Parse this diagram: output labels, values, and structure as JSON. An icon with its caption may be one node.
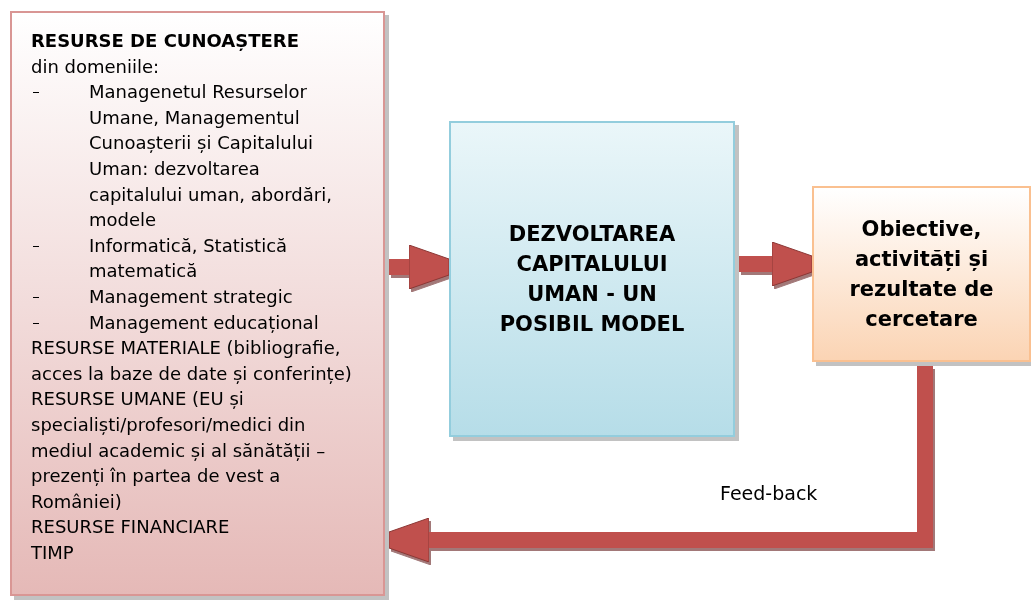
{
  "diagram": {
    "nodes": [
      {
        "text": [
          "RESURSE DE CUNOAȘTERE",
          "din domeniile:",
          "Managenetul Resurselor Umane, Managementul Cunoașterii și Capitalului Uman: dezvoltarea capitalului uman, abordări, modele",
          "Informatică, Statistică matematică",
          "Management strategic",
          "Management educațional",
          "RESURSE MATERIALE (bibliografie, acces la baze de date și conferințe)",
          "RESURSE UMANE (EU și specialiști/profesori/medici din mediul academic și al sănătății – prezenți în partea de vest a României)",
          "RESURSE FINANCIARE",
          "TIMP"
        ]
      },
      {
        "text": [
          "DEZVOLTAREA CAPITALULUI UMAN - UN POSIBIL MODEL"
        ]
      },
      {
        "text": [
          "Obiective, activități și rezultate de cercetare"
        ]
      }
    ],
    "edges": [
      {
        "from": 0,
        "to": 1,
        "arrow": "to"
      },
      {
        "from": 1,
        "to": 2,
        "arrow": "to"
      },
      {
        "from": 2,
        "to": 0,
        "arrow": "to",
        "label": "Feed-back"
      }
    ]
  }
}
